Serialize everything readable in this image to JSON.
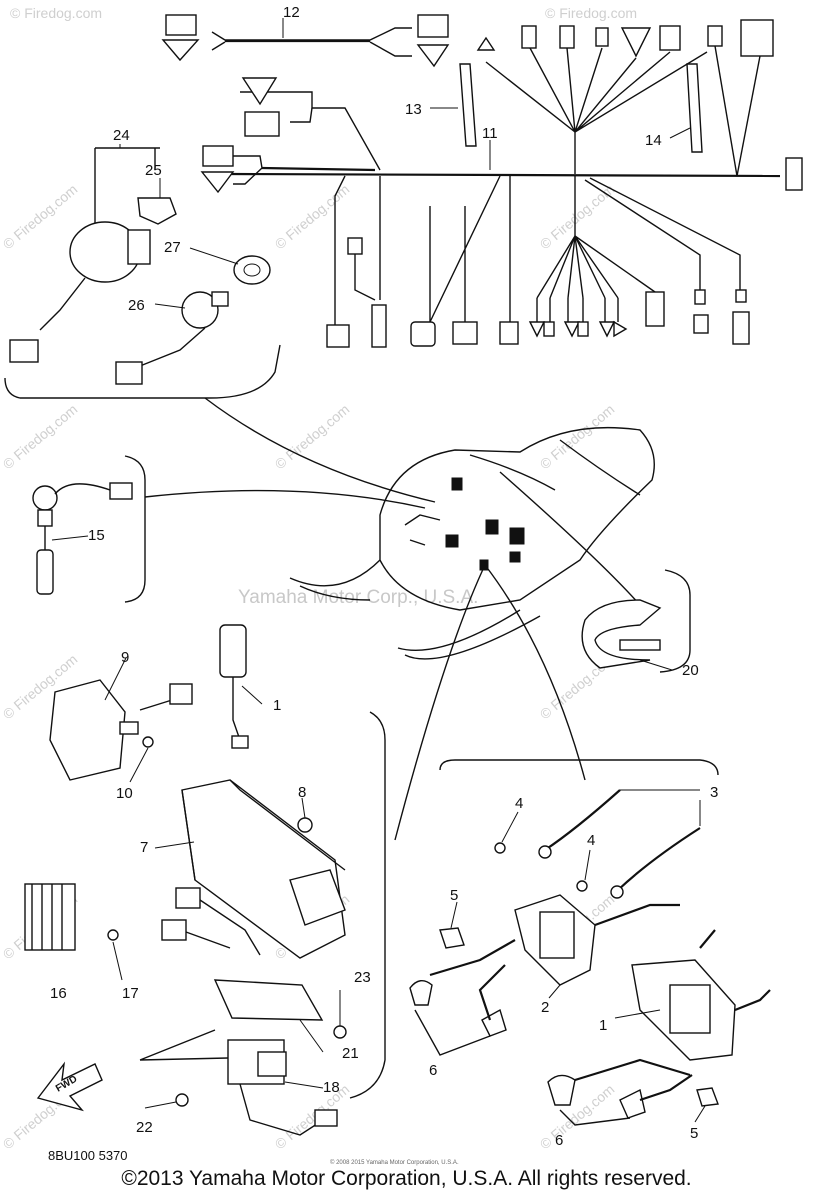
{
  "callouts": {
    "c1": "1",
    "c2": "2",
    "c3": "3",
    "c4a": "4",
    "c4b": "4",
    "c5a": "5",
    "c5b": "5",
    "c6a": "6",
    "c6b": "6",
    "c7": "7",
    "c8": "8",
    "c9": "9",
    "c10": "10",
    "c11": "11",
    "c12": "12",
    "c13": "13",
    "c14": "14",
    "c15": "15",
    "c16": "16",
    "c17": "17",
    "c18": "18",
    "c19": "1",
    "c20": "20",
    "c21": "21",
    "c22": "22",
    "c23": "23",
    "c24": "24",
    "c25": "25",
    "c26": "26",
    "c27": "27"
  },
  "watermark": {
    "small": "© Firedog.com",
    "center": "Yamaha Motor Corp., U.S.A.",
    "tiny_credit": "© 2008 2015 Yamaha Motor Corporation, U.S.A."
  },
  "fwd_label": "FWD",
  "part_code": "8BU100 5370",
  "copyright": "©2013 Yamaha Motor Corporation, U.S.A. All rights reserved."
}
